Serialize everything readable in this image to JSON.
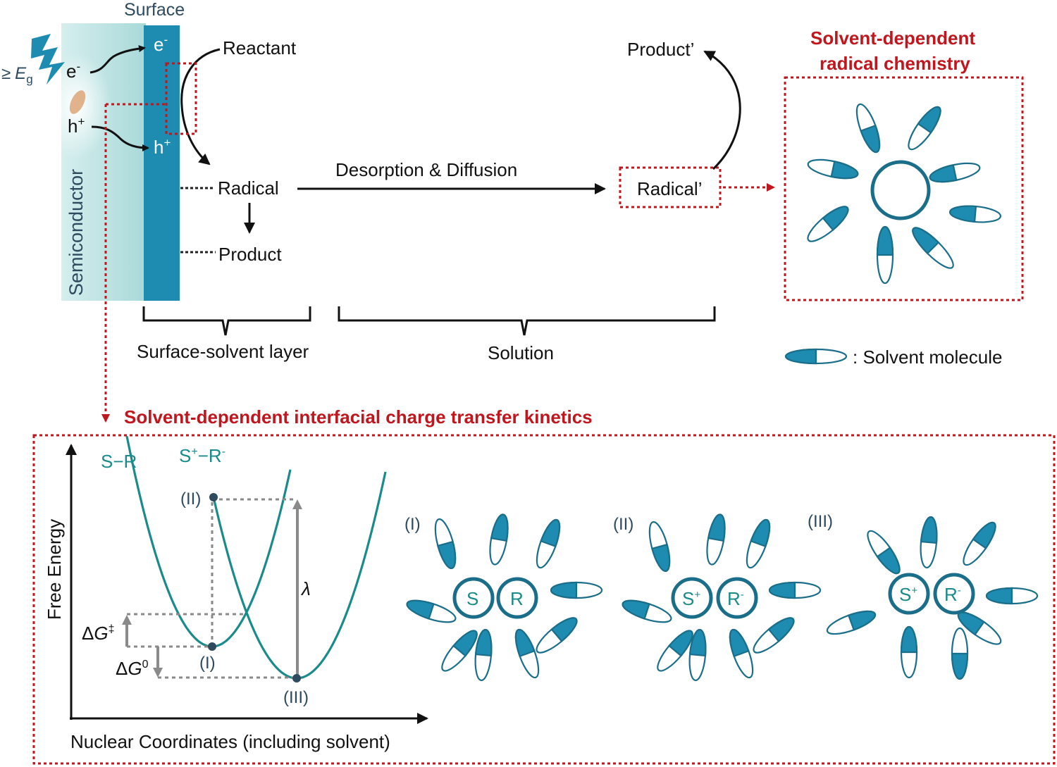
{
  "colors": {
    "teal": "#1e8cb0",
    "teal_dark": "#1a6e8a",
    "curve": "#1a8a8a",
    "red": "#c0161d",
    "gray": "#8a8a8a",
    "semiconductor": "#bfe3e3"
  },
  "top": {
    "surface_label": "Surface",
    "semiconductor_label": "Semiconductor",
    "excitation_geq": "≥",
    "excitation_E": "E",
    "excitation_sub": "g",
    "lightning_icon": "lightning-bolt-icon",
    "electron_sc": "e",
    "electron_sup": "-",
    "hole_sc": "h",
    "hole_sup": "+",
    "electron_surf": "e",
    "hole_surf": "h",
    "reactant": "Reactant",
    "radical": "Radical",
    "product": "Product",
    "desorption": "Desorption & Diffusion",
    "radical_prime": "Radical’",
    "product_prime": "Product’",
    "surface_solvent_layer": "Surface-solvent layer",
    "solution": "Solution",
    "radical_chem_title_line1": "Solvent-dependent",
    "radical_chem_title_line2": "radical chemistry",
    "legend_text": ": Solvent molecule"
  },
  "bottom": {
    "title": "Solvent-dependent interfacial charge transfer kinetics",
    "y_axis_label": "Free Energy",
    "x_axis_label": "Nuclear Coordinates (including solvent)",
    "curve_sr": "S−R",
    "curve_spr_S": "S",
    "curve_spr_mid": "−R",
    "sup_plus": "+",
    "sup_minus": "-",
    "point_I": "(I)",
    "point_II": "(II)",
    "point_III": "(III)",
    "dG_act_symbol": "Δ",
    "dG_act_G": "G",
    "dG_act_sup": "‡",
    "dG0_symbol": "Δ",
    "dG0_G": "G",
    "dG0_sup": "0",
    "lambda": "λ",
    "panels": [
      {
        "label": "(I)",
        "left": "S",
        "left_sup": "",
        "right": "R",
        "right_sup": ""
      },
      {
        "label": "(II)",
        "left": "S",
        "left_sup": "+",
        "right": "R",
        "right_sup": "-"
      },
      {
        "label": "(III)",
        "left": "S",
        "left_sup": "+",
        "right": "R",
        "right_sup": "-"
      }
    ]
  }
}
